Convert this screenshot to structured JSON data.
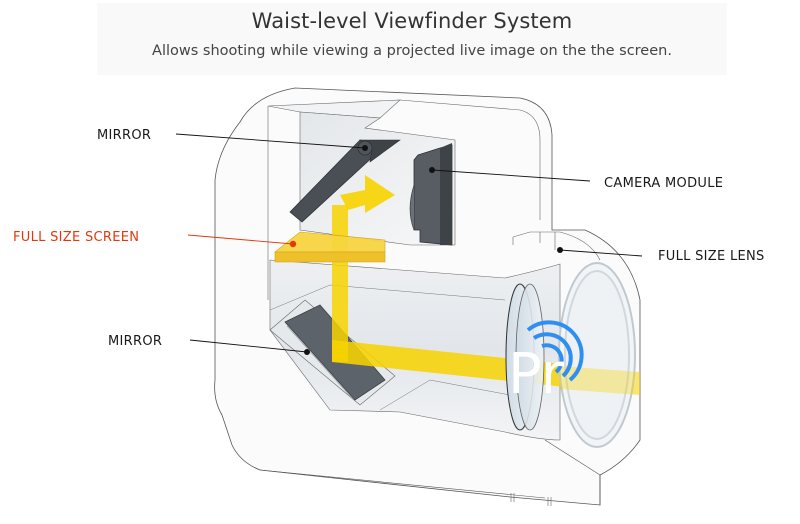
{
  "header": {
    "title": "Waist-level Viewfinder System",
    "subtitle": "Allows shooting while viewing a projected live image on the the screen."
  },
  "callouts": [
    {
      "id": "mirror-top",
      "label": "MIRROR"
    },
    {
      "id": "camera-module",
      "label": "CAMERA MODULE"
    },
    {
      "id": "full-size-screen",
      "label": "FULL SIZE SCREEN",
      "highlight": true
    },
    {
      "id": "full-size-lens",
      "label": "FULL SIZE LENS"
    },
    {
      "id": "mirror-bottom",
      "label": "MIRROR"
    }
  ],
  "colors": {
    "light_path": "#f7d300",
    "screen": "#f5c930",
    "highlight_label": "#e03a0c",
    "mirror": "#4a4f55",
    "watermark": "#2f8ff0"
  },
  "watermark": {
    "icon": "pr-broadcast-logo",
    "text": "Pr"
  }
}
